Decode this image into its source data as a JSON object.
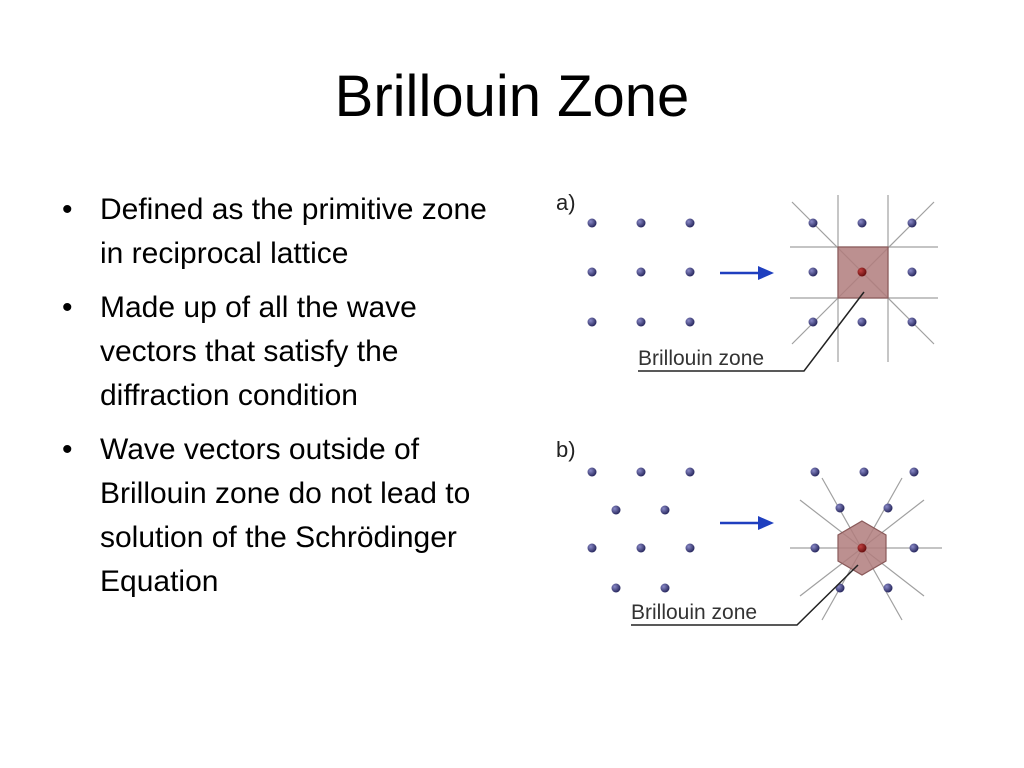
{
  "slide": {
    "title": "Brillouin Zone"
  },
  "bullets": [
    "Defined as the primitive zone in reciprocal lattice",
    "Made up of all the wave vectors that satisfy the diffraction condition",
    "Wave vectors outside of Brillouin zone do not lead to solution of the Schrödinger Equation"
  ],
  "bullet_marker": "•",
  "figure": {
    "panel_a": {
      "label": "a)",
      "zone_label": "Brillouin zone"
    },
    "panel_b": {
      "label": "b)",
      "zone_label": "Brillouin zone"
    }
  },
  "colors": {
    "lattice_point": "#3d3d7a",
    "zone_fill": "#b07c7c",
    "zone_stroke": "#8a5a5a",
    "center_point": "#8b1a1a",
    "arrow": "#1f3fbf",
    "construction_line": "#999999"
  }
}
